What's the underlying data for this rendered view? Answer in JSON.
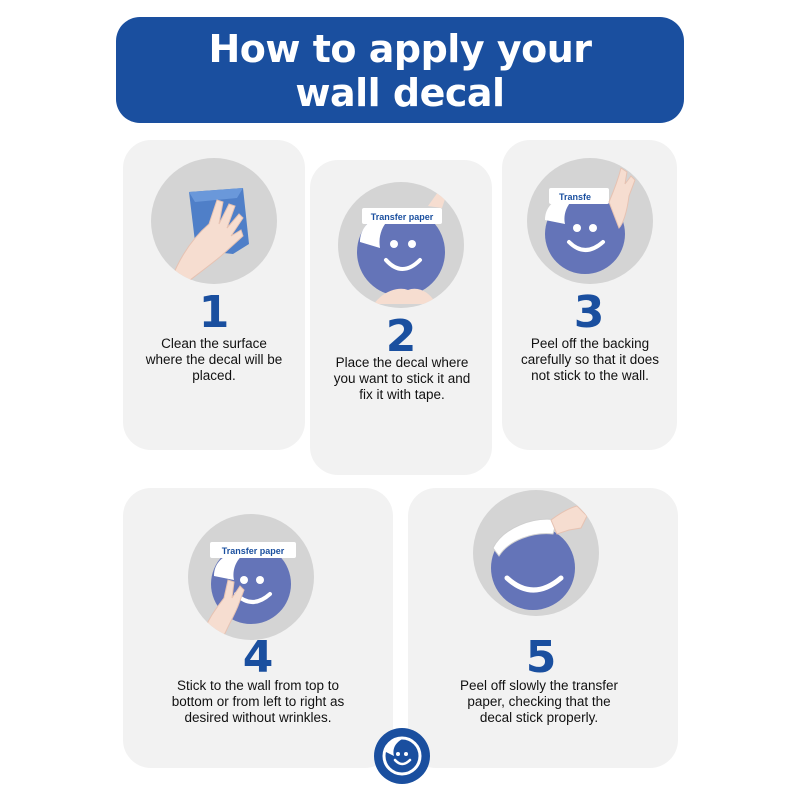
{
  "title": {
    "line1": "How to apply your",
    "line2": "wall decal"
  },
  "steps": [
    {
      "number": "1",
      "description": "Clean the surface where the decal will be placed.",
      "icon": "cloth-hand-icon"
    },
    {
      "number": "2",
      "description": "Place the decal where you want to stick it and fix it with tape.",
      "icon": "decal-transfer-paper-icon",
      "tape_label": "Transfer paper"
    },
    {
      "number": "3",
      "description": "Peel off the backing carefully so that it does not stick to the wall.",
      "icon": "peel-backing-icon",
      "tape_label": "Transfe"
    },
    {
      "number": "4",
      "description": "Stick to the wall from top to bottom or from left to right as desired without wrinkles.",
      "icon": "press-decal-icon",
      "tape_label": "Transfer paper"
    },
    {
      "number": "5",
      "description": "Peel off slowly the transfer paper, checking that the decal stick properly.",
      "icon": "peel-transfer-icon"
    }
  ],
  "colors": {
    "brand_blue": "#1a4f9f",
    "decal_purple": "#6474b8",
    "card_bg": "#f2f2f2",
    "circle_bg": "#d4d4d4"
  },
  "footer_icon": "smiley-decal-icon"
}
